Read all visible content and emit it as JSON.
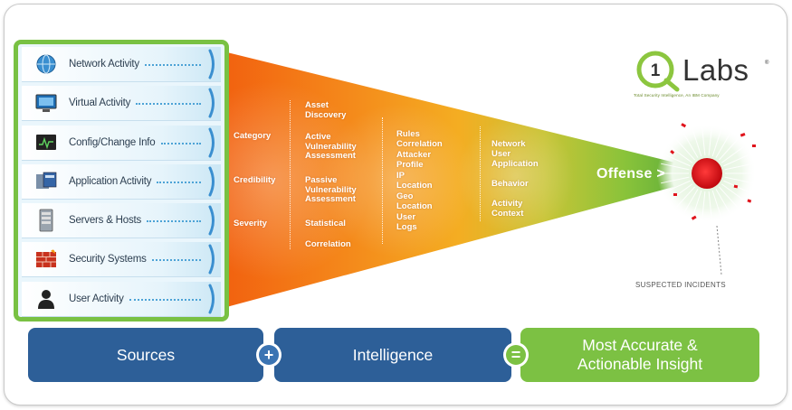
{
  "sources": [
    {
      "label": "Network Activity",
      "icon": "globe-network-icon"
    },
    {
      "label": "Virtual Activity",
      "icon": "virtual-monitor-icon"
    },
    {
      "label": "Config/Change Info",
      "icon": "config-screen-icon"
    },
    {
      "label": "Application Activity",
      "icon": "application-window-icon"
    },
    {
      "label": "Servers & Hosts",
      "icon": "server-rack-icon"
    },
    {
      "label": "Security Systems",
      "icon": "firewall-icon"
    },
    {
      "label": "User Activity",
      "icon": "user-person-icon"
    }
  ],
  "columns": {
    "col1": [
      "Category",
      "Credibility",
      "Severity"
    ],
    "col2": [
      "Asset Discovery",
      "Active Vulnerability Assessment",
      "Passive Vulnerability Assessment",
      "Statistical",
      "Correlation"
    ],
    "col3": [
      "Rules Correlation",
      "Attacker Profile",
      "IP Location",
      "Geo Location",
      "User Logs"
    ],
    "col4": [
      "Network User",
      "Application",
      "Behavior",
      "Activity Context"
    ]
  },
  "offense": {
    "label": "Offense >"
  },
  "suspected": {
    "label": "SUSPECTED INCIDENTS"
  },
  "logo": {
    "numeral": "1",
    "wordmark": "Labs",
    "registered": "®",
    "tagline": "Total Security Intelligence, An IBM Company"
  },
  "bottom": {
    "sources": "Sources",
    "plus": "+",
    "intelligence": "Intelligence",
    "equals": "=",
    "insight_line1": "Most Accurate &",
    "insight_line2": "Actionable Insight"
  },
  "colors": {
    "panel_green": "#79c143",
    "funnel_orange": "#f06a0a",
    "funnel_yellow": "#f7b21c",
    "funnel_green": "#7ec53c",
    "navy": "#2d5f98",
    "insight_green": "#7cc143",
    "incident_red": "#e0141c"
  }
}
